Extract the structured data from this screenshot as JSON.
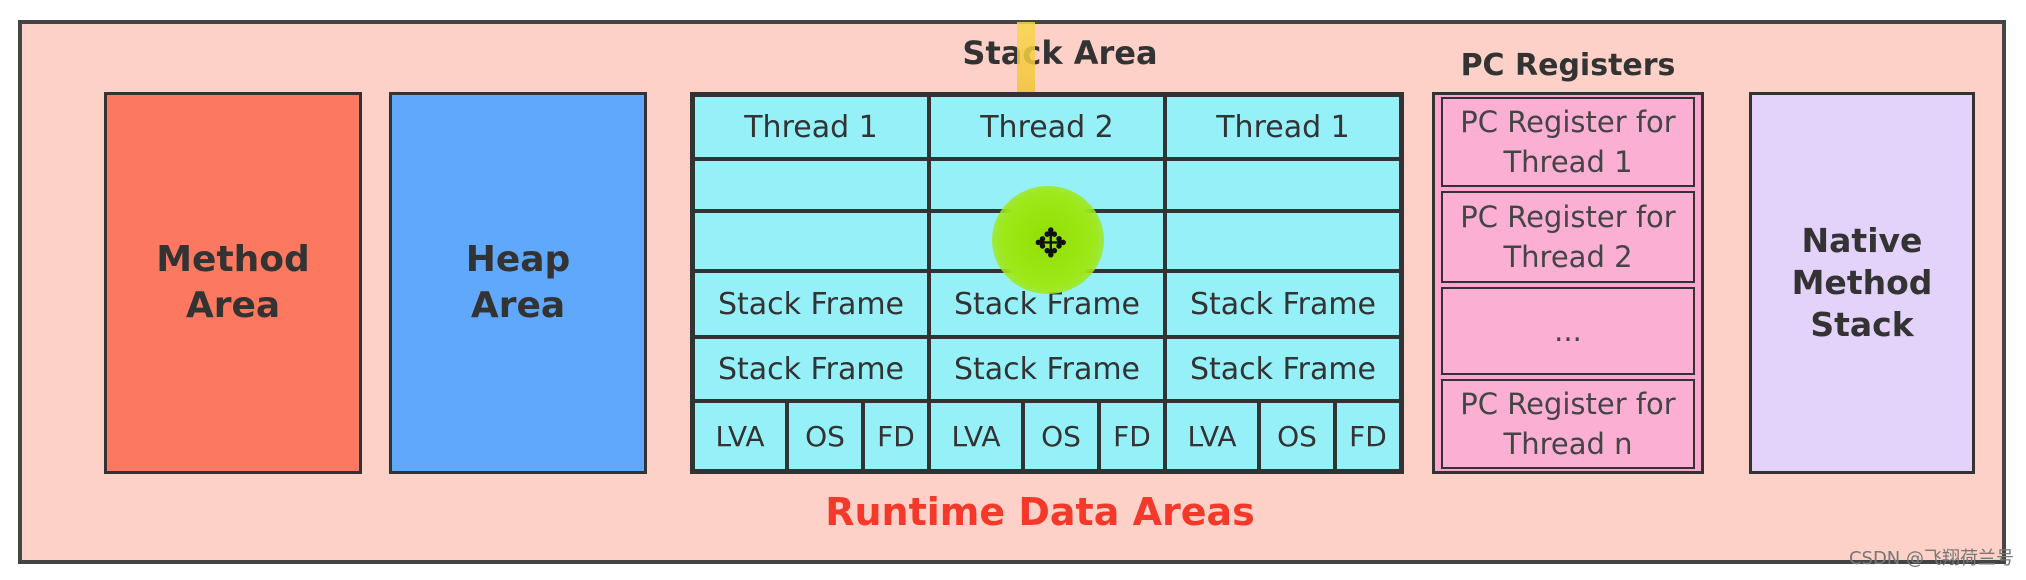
{
  "method_area": "Method\nArea",
  "heap_area": "Heap\nArea",
  "native_stack": "Native\nMethod\nStack",
  "stack_area_title": "Stack Area",
  "pc_registers_title": "PC Registers",
  "runtime_title": "Runtime Data Areas",
  "threads": [
    "Thread 1",
    "Thread 2",
    "Thread 1"
  ],
  "stack_frame_label": "Stack Frame",
  "frame_parts": [
    "LVA",
    "OS",
    "FD"
  ],
  "pc_cells": [
    "PC Register for\nThread 1",
    "PC Register for\nThread 2",
    "...",
    "PC Register for\nThread n"
  ],
  "watermark": "CSDN @飞翔荷兰号",
  "colors": {
    "method_area": "#fd7860",
    "heap_area": "#60a8fc",
    "stack_area": "#8feff7",
    "pc_registers": "#fba7cd",
    "native_stack": "#e3d2fa",
    "background": "#fdd0c8",
    "runtime_title": "#f4392a"
  }
}
